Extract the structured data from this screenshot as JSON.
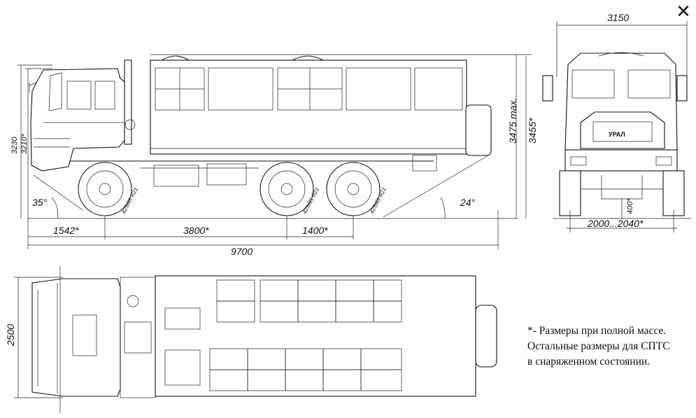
{
  "window": {
    "close_icon": "close-icon",
    "close_glyph": "✕"
  },
  "dimensions": {
    "overall_width": "3150",
    "height_max": "3475 max.",
    "height_full": "3455*",
    "height_cab": "3230",
    "height_cab_full": "3210*",
    "front_overhang": "1542*",
    "wheelbase": "3800*",
    "rear_axle_spacing": "1400*",
    "overall_length": "9700",
    "approach_angle": "35°",
    "departure_angle": "24°",
    "track_width": "2000...2040*",
    "ground_clearance": "400*",
    "body_width": "2500"
  },
  "tire_label": "425/85 R21",
  "brand_badge": "УРАЛ",
  "note": {
    "line1": "*- Размеры при полной массе.",
    "line2": "Остальные размеры для СПТС",
    "line3": "в снаряженном состоянии."
  }
}
